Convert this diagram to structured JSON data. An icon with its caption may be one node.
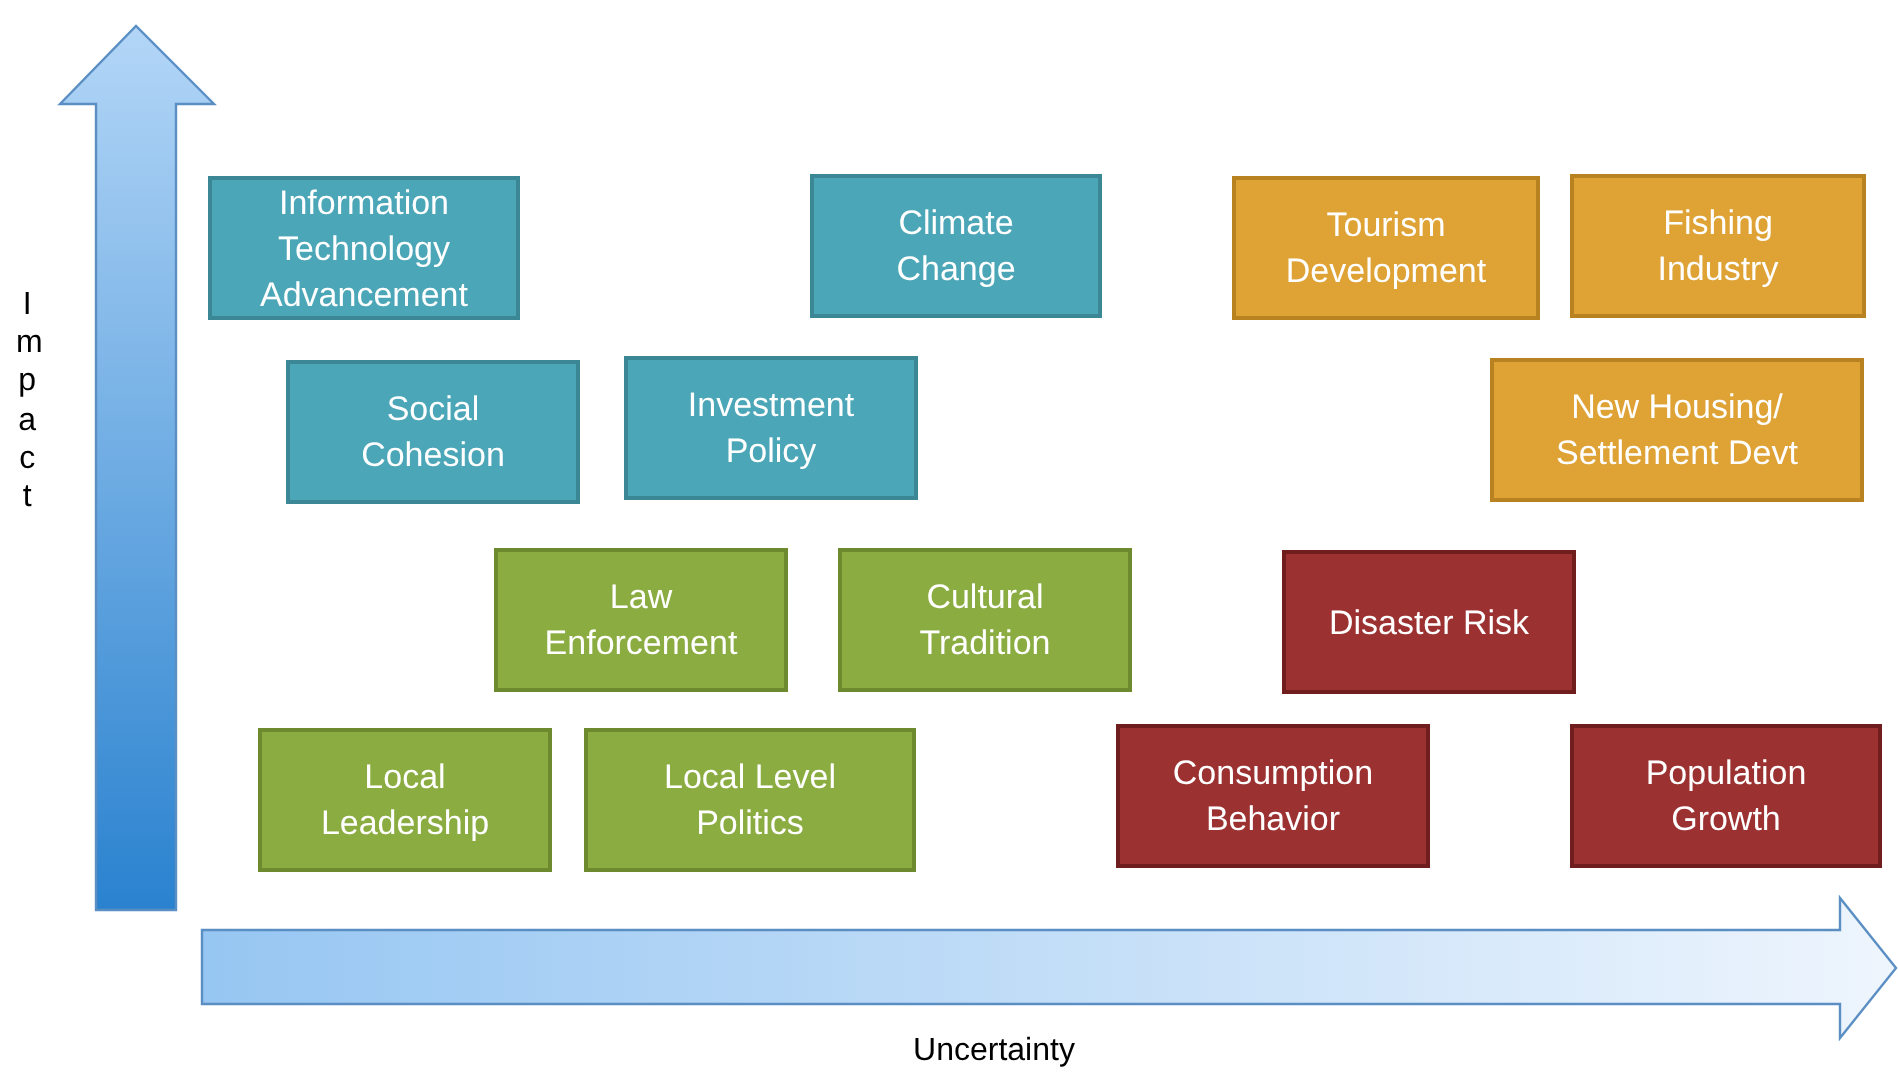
{
  "diagram": {
    "nodes": [
      {
        "text": [
          "Information Technology Advancement"
        ]
      },
      {
        "text": [
          "Climate Change"
        ]
      },
      {
        "text": [
          "Tourism Development"
        ]
      },
      {
        "text": [
          "Fishing Industry"
        ]
      },
      {
        "text": [
          "Social Cohesion"
        ]
      },
      {
        "text": [
          "Investment Policy"
        ]
      },
      {
        "text": [
          "New Housing/ Settlement Devt"
        ]
      },
      {
        "text": [
          "Law Enforcement"
        ]
      },
      {
        "text": [
          "Cultural Tradition"
        ]
      },
      {
        "text": [
          "Disaster Risk"
        ]
      },
      {
        "text": [
          "Local Leadership"
        ]
      },
      {
        "text": [
          "Local Level Politics"
        ]
      },
      {
        "text": [
          "Consumption Behavior"
        ]
      },
      {
        "text": [
          "Population Growth"
        ]
      }
    ],
    "edges": [],
    "labels": [
      "Impact",
      "Uncertainty"
    ]
  }
}
